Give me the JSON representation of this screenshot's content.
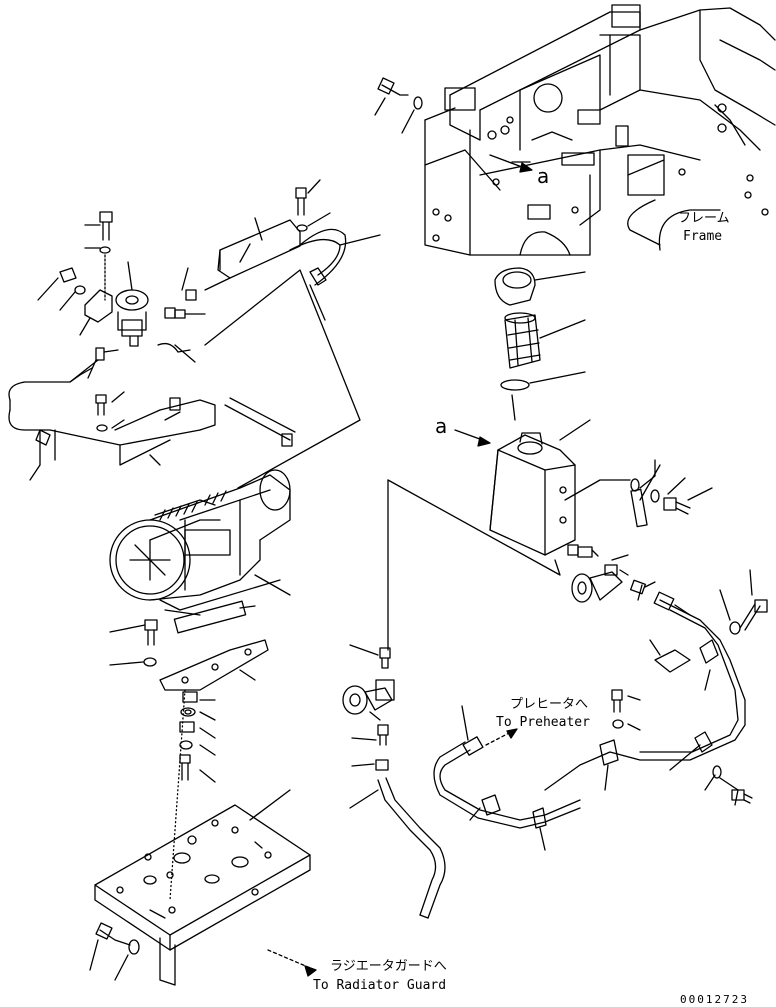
{
  "labels": {
    "frame_jp": "フレーム",
    "frame_en": "Frame",
    "preheater_jp": "プレヒータへ",
    "preheater_en": "To Preheater",
    "radiator_jp": "ラジエータガードへ",
    "radiator_en": "To Radiator Guard",
    "ref_a_top": "a",
    "ref_a_tank": "a",
    "drawing_number": "00012723"
  }
}
